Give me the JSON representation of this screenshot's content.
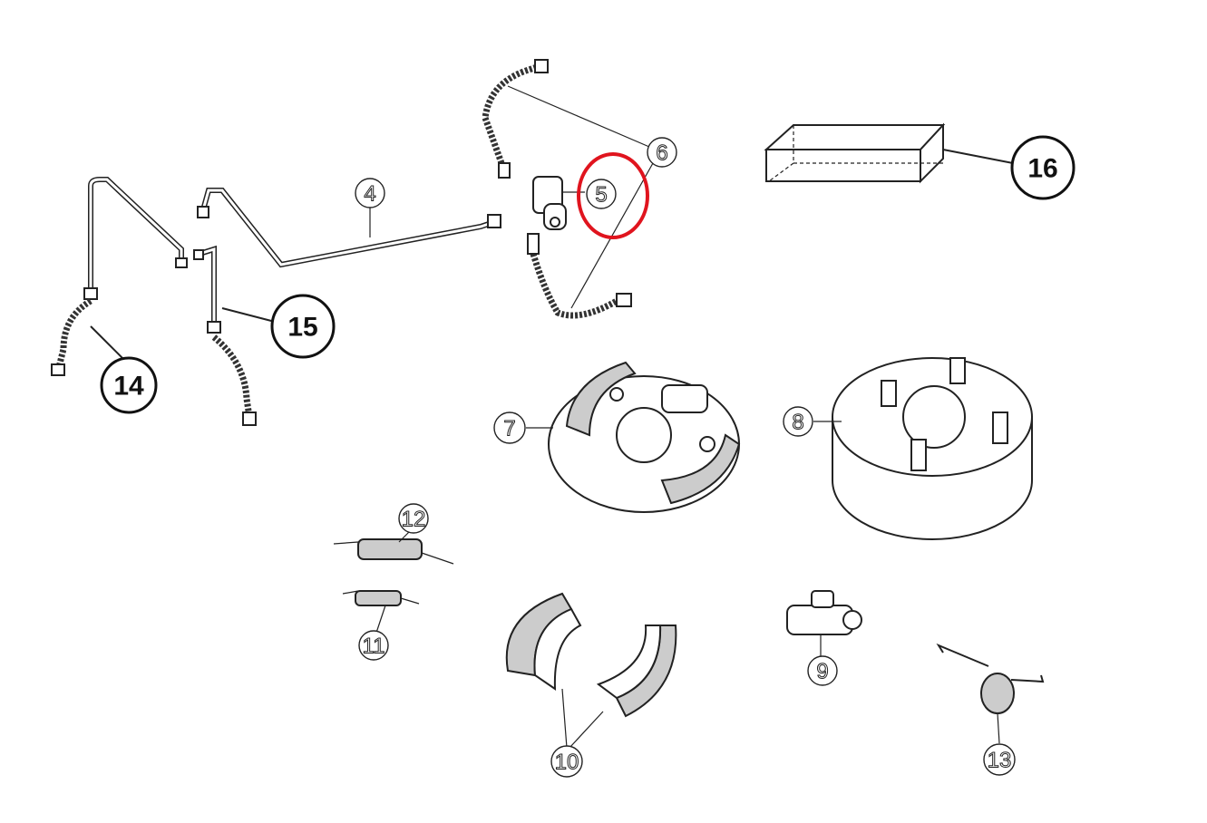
{
  "diagram": {
    "type": "exploded parts diagram",
    "highlight_color": "#e0141e",
    "highlighted_part": "5",
    "labels": {
      "p4": "4",
      "p5": "5",
      "p6": "6",
      "p7": "7",
      "p8": "8",
      "p9": "9",
      "p10": "10",
      "p11": "11",
      "p12": "12",
      "p13": "13",
      "p14": "14",
      "p15": "15",
      "p16": "16"
    }
  }
}
